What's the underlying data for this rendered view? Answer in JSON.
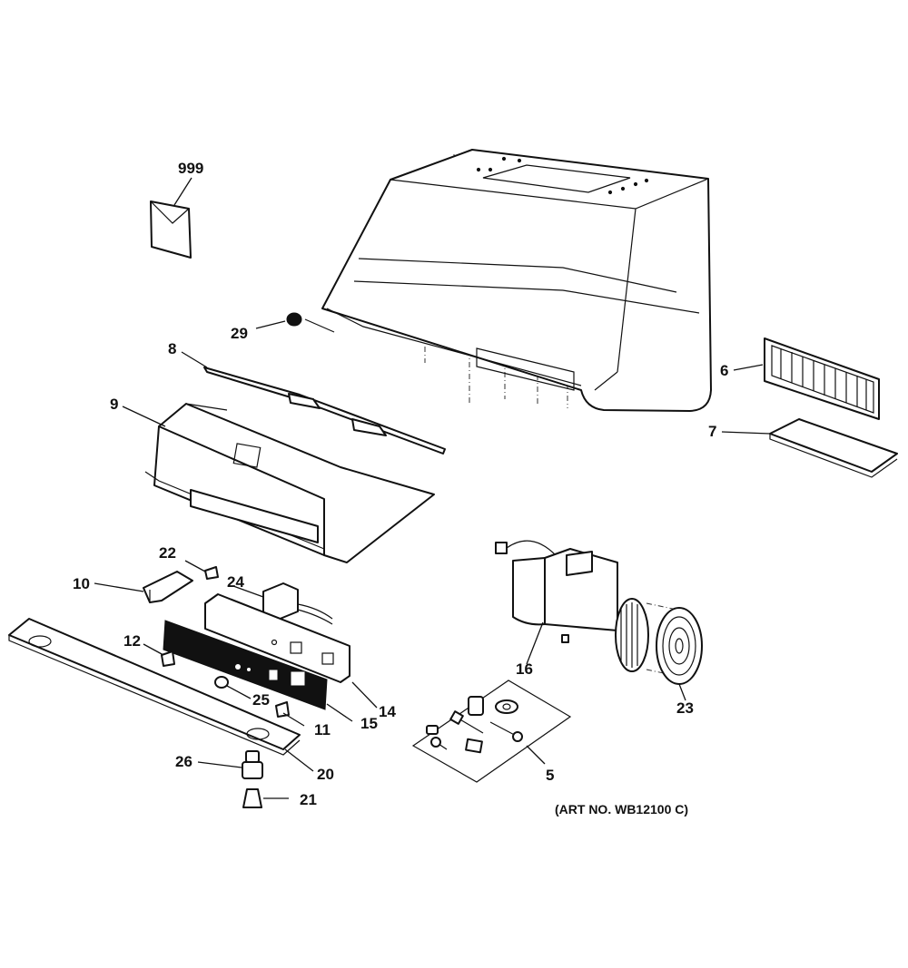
{
  "callouts": {
    "p999": "999",
    "p29": "29",
    "p8": "8",
    "p9": "9",
    "p6": "6",
    "p7": "7",
    "p22": "22",
    "p10": "10",
    "p24": "24",
    "p12": "12",
    "p25": "25",
    "p11": "11",
    "p15": "15",
    "p14": "14",
    "p20": "20",
    "p26": "26",
    "p21": "21",
    "p16": "16",
    "p23": "23",
    "p5": "5"
  },
  "art_number": "(ART NO. WB12100 C)",
  "colors": {
    "ink": "#111111",
    "paper": "#ffffff"
  }
}
